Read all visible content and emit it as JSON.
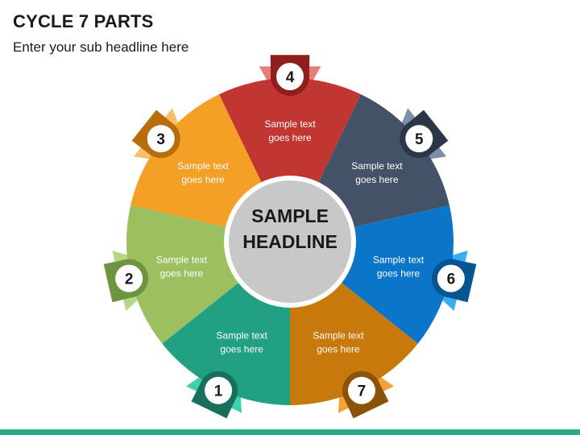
{
  "title": "CYCLE 7 PARTS",
  "subtitle": "Enter your sub headline here",
  "center": {
    "line1": "SAMPLE",
    "line2": "HEADLINE",
    "color": "#c8c8c8"
  },
  "segments": [
    {
      "number": "1",
      "text1": "Sample text",
      "text2": "goes here",
      "color": "#22a084",
      "dark": "#17705c",
      "light": "#3fd0b0"
    },
    {
      "number": "2",
      "text1": "Sample text",
      "text2": "goes here",
      "color": "#9cbf5f",
      "dark": "#6f9440",
      "light": "#b6d886"
    },
    {
      "number": "3",
      "text1": "Sample text",
      "text2": "goes here",
      "color": "#f49f26",
      "dark": "#b76d0a",
      "light": "#f8be68"
    },
    {
      "number": "4",
      "text1": "Sample text",
      "text2": "goes here",
      "color": "#c23632",
      "dark": "#8e1f1c",
      "light": "#e87c77"
    },
    {
      "number": "5",
      "text1": "Sample text",
      "text2": "goes here",
      "color": "#435266",
      "dark": "#2b3746",
      "light": "#7c8fa6"
    },
    {
      "number": "6",
      "text1": "Sample text",
      "text2": "goes here",
      "color": "#0a75c9",
      "dark": "#075493",
      "light": "#39aef7"
    },
    {
      "number": "7",
      "text1": "Sample text",
      "text2": "goes here",
      "color": "#c8790c",
      "dark": "#8c5208",
      "light": "#f1a337"
    }
  ],
  "accent_bar_color": "#2aa889"
}
